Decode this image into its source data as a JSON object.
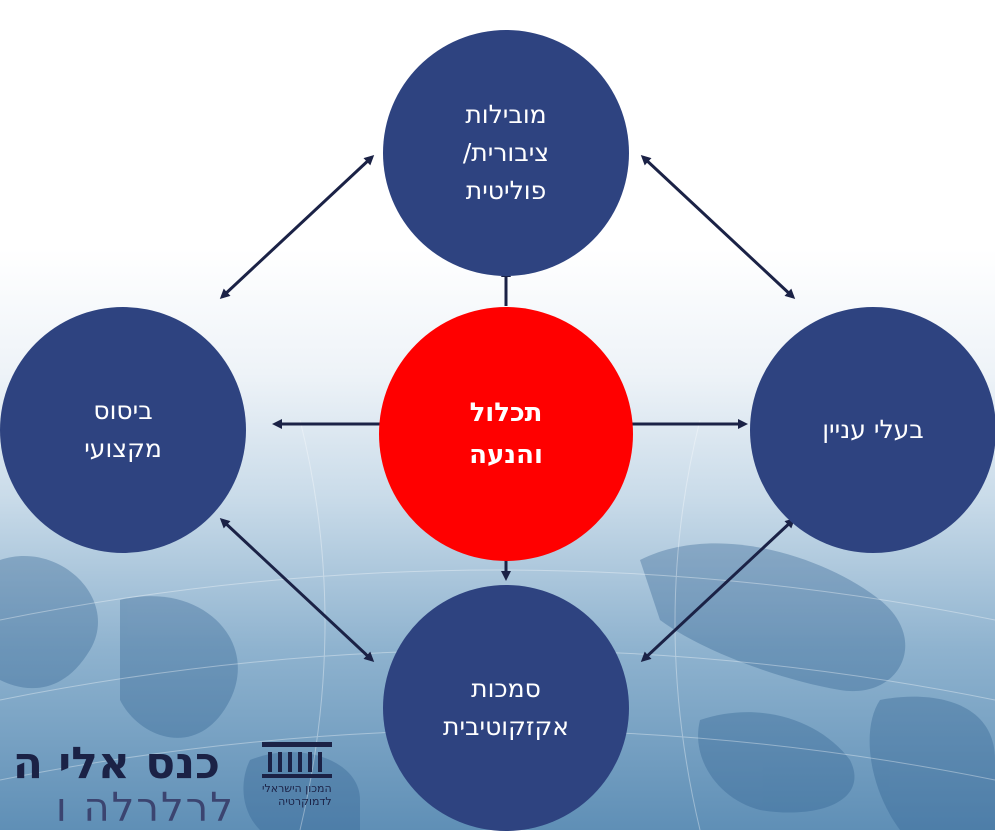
{
  "diagram": {
    "center": {
      "lines": [
        "תכלול",
        "והנעה"
      ],
      "color": "#ff0000"
    },
    "top": {
      "lines": [
        "מובילות",
        "ציבורית/",
        "פוליטית"
      ]
    },
    "left": {
      "lines": [
        "ביסוס",
        "מקצועי"
      ]
    },
    "right": {
      "lines": [
        "בעלי עניין"
      ]
    },
    "bottom": {
      "lines": [
        "סמכות",
        "אקזקוטיבית"
      ]
    },
    "node_color": "#2e4380",
    "arrow_color": "#1b2246"
  },
  "logo": {
    "title": "כנס אלי ה",
    "subtitle": "לרלרלה ו",
    "institute_line1": "המכון הישראלי",
    "institute_line2": "לדמוקרטיה",
    "icon": "building-columns-icon"
  }
}
